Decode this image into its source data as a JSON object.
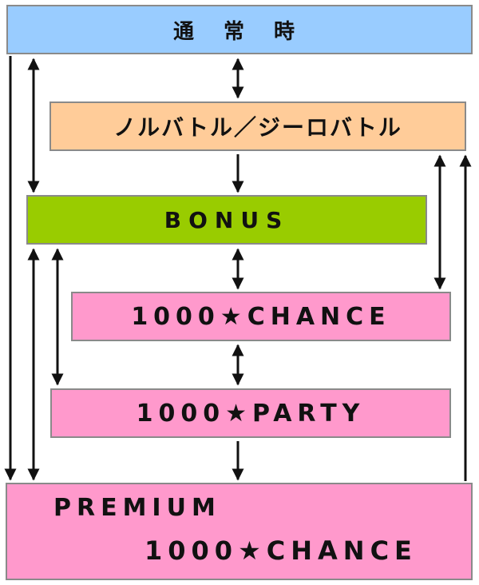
{
  "states": {
    "normal": "通 常 時",
    "battle": "ノルバトル／ジーロバトル",
    "bonus": "BONUS",
    "chance": "1000★CHANCE",
    "party": "1000★PARTY",
    "premium_line1": "PREMIUM",
    "premium_line2": "1000★CHANCE"
  },
  "colors": {
    "normal": "#99ccff",
    "battle": "#ffcc99",
    "bonus": "#99cc00",
    "chance_party_premium": "#ff99cc",
    "border": "#8a8a8a",
    "arrow": "#111111"
  }
}
